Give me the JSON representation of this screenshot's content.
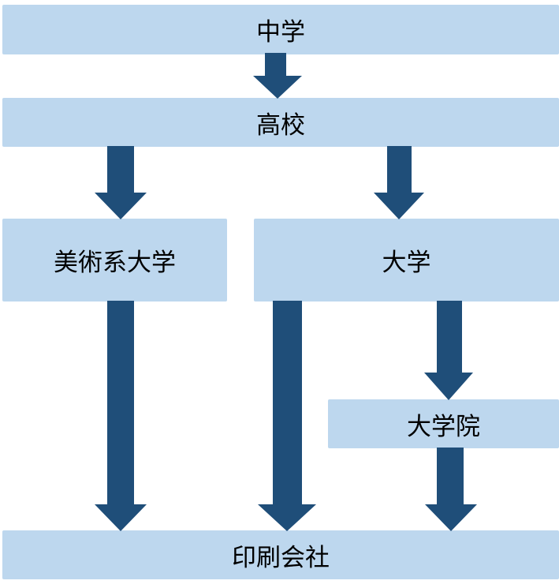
{
  "diagram": {
    "type": "flowchart",
    "colors": {
      "box_fill": "#bdd7ee",
      "arrow": "#1f4e79",
      "text": "#000000"
    },
    "nodes": {
      "middle_school": "中学",
      "high_school": "高校",
      "art_university": "美術系大学",
      "university": "大学",
      "graduate_school": "大学院",
      "printing_company": "印刷会社"
    },
    "edges": [
      {
        "from": "中学",
        "to": "高校"
      },
      {
        "from": "高校",
        "to": "美術系大学"
      },
      {
        "from": "高校",
        "to": "大学"
      },
      {
        "from": "大学",
        "to": "大学院"
      },
      {
        "from": "美術系大学",
        "to": "印刷会社"
      },
      {
        "from": "大学",
        "to": "印刷会社"
      },
      {
        "from": "大学院",
        "to": "印刷会社"
      }
    ]
  }
}
